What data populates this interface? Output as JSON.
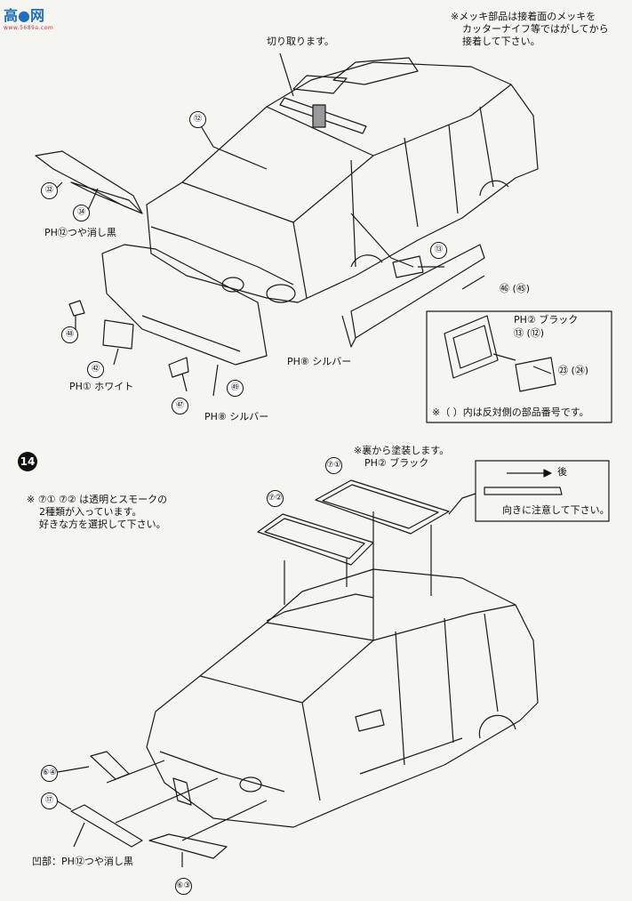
{
  "watermark": {
    "logo": "高●网",
    "sub": "www.5689a.com"
  },
  "top_note": [
    "※メッキ部品は接着面のメッキを",
    "カッターナイフ等ではがしてから",
    "接着して下さい。"
  ],
  "cut_note": "切り取ります。",
  "parts_top": {
    "p12": "⑫",
    "p32": "㉜",
    "p34": "㉞",
    "p13": "⑬",
    "p46": "㊻ (㊺)",
    "p68": "㊽",
    "p42": "㊷",
    "p67": "㊼",
    "p49": "㊾"
  },
  "paint_labels": {
    "gloss_black": "PH⑫つや消し黒",
    "silver1": "PH⑧ シルバー",
    "white": "PH① ホワイト",
    "silver2": "PH⑧ シルバー",
    "black_inset": "PH② ブラック",
    "inset_13": "⑬ (⑫)",
    "inset_23": "㉓ (㉔)",
    "inset_note": "※（ ）内は反対側の部品番号です。"
  },
  "step14": {
    "number": "14",
    "note": [
      "※ ⑦① ⑦② は透明とスモークの",
      "2種類が入っています。",
      "好きな方を選択して下さい。"
    ],
    "back_paint": [
      "※裏から塗装します。",
      "PH② ブラック"
    ],
    "direction": {
      "label": "後",
      "note": "向きに注意して下さい。"
    },
    "parts": {
      "p71": "⑦①",
      "p72": "⑦②",
      "p64": "⑥④",
      "p17": "⑰",
      "p63": "⑥③"
    },
    "bottom_paint": "凹部：PH⑫つや消し黒"
  }
}
